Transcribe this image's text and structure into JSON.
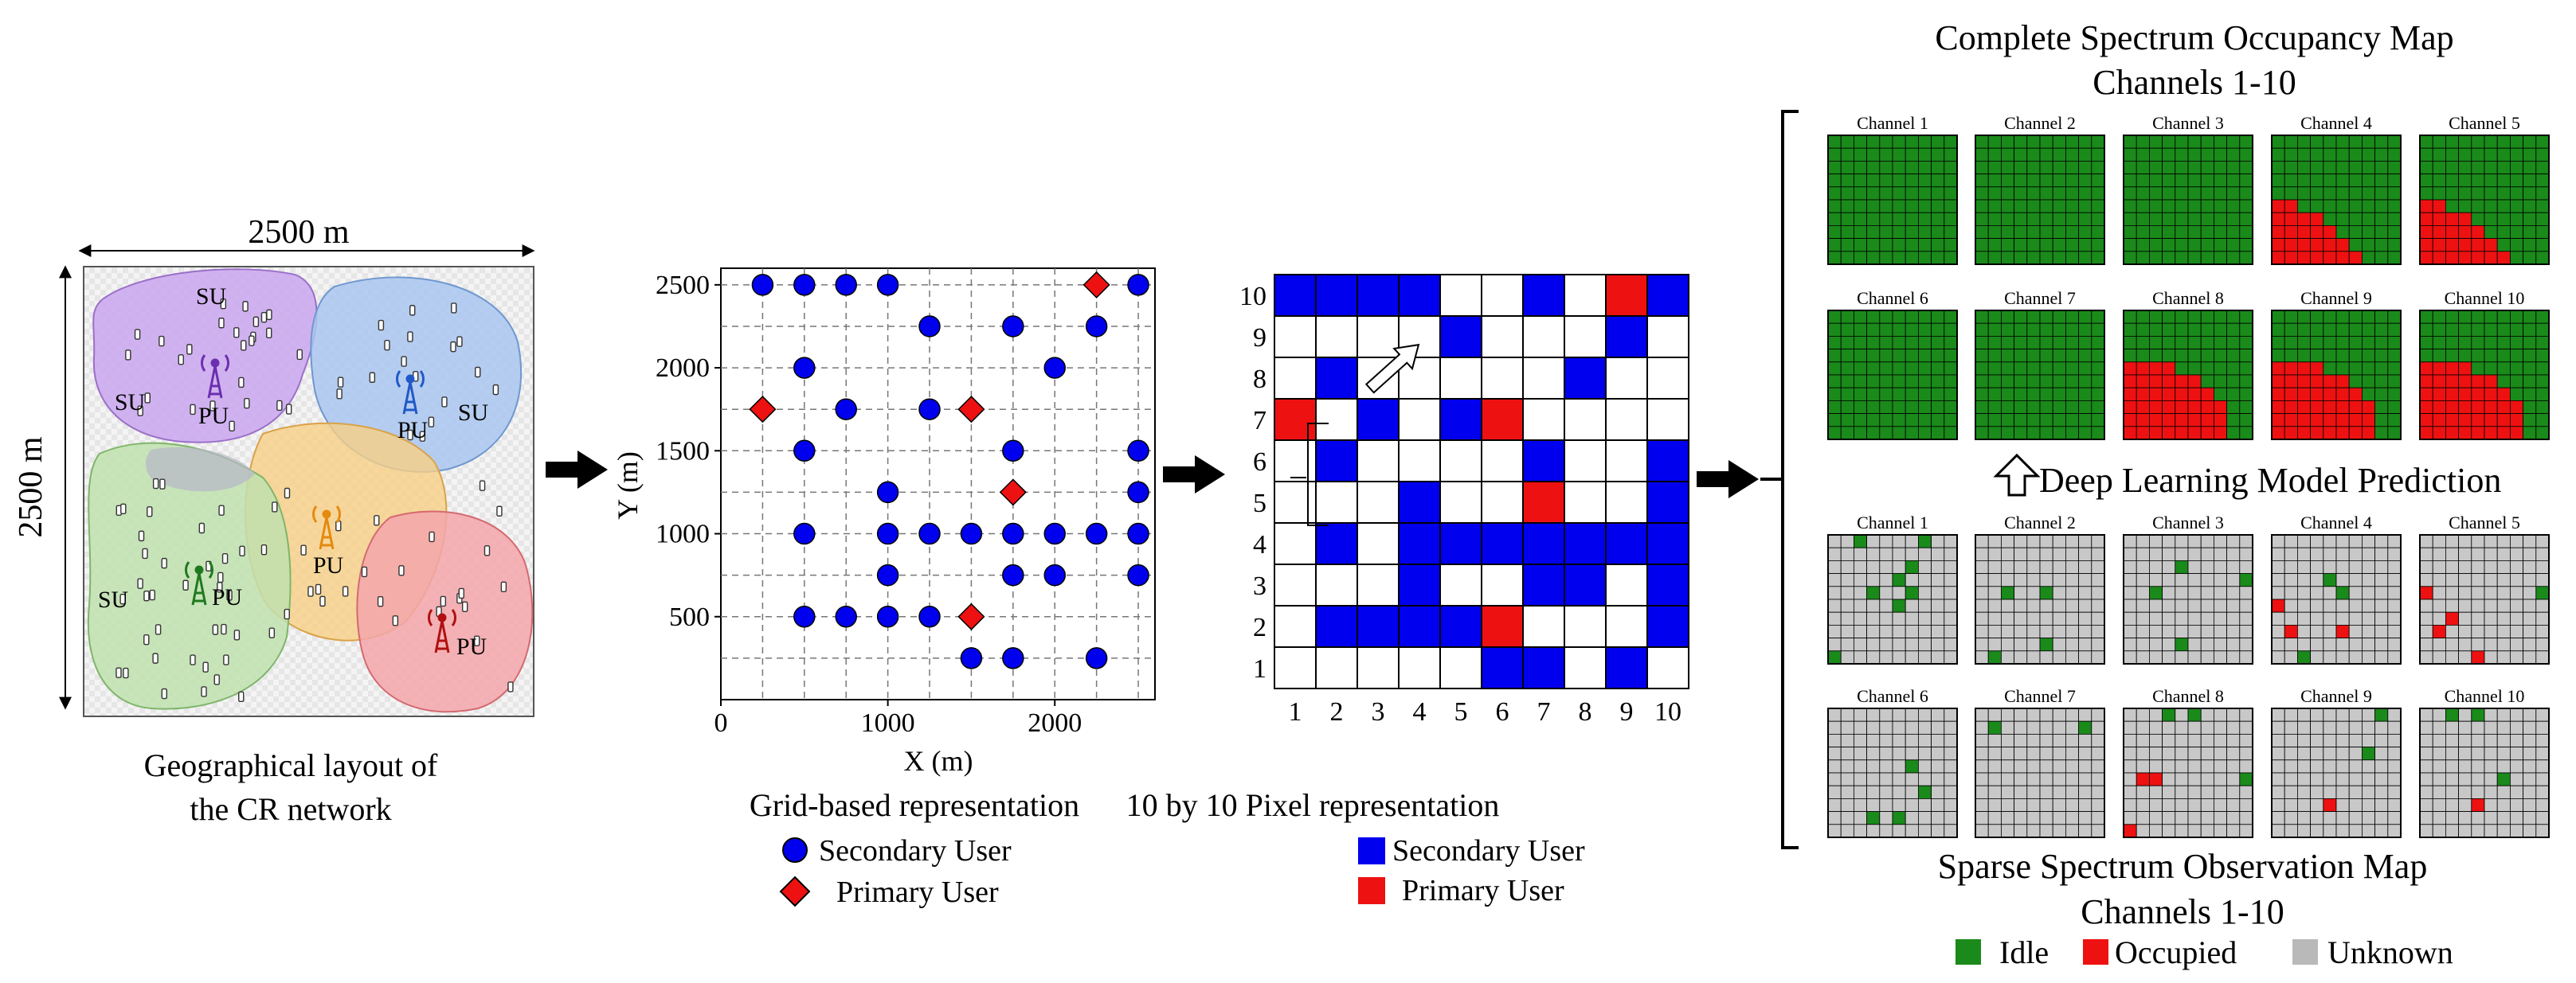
{
  "colors": {
    "su_blue": "#0000ee",
    "pu_red": "#ee1111",
    "idle_green": "#1a8a1a",
    "occupied_red": "#ee1111",
    "unknown_gray": "#c8c8c8",
    "zone_purple": "#caa6ee",
    "zone_blue": "#a9c6ef",
    "zone_orange": "#f7cf84",
    "zone_green": "#bfe0ae",
    "zone_pink": "#f3a6aa"
  },
  "panel1": {
    "width_label": "2500 m",
    "height_label": "2500 m",
    "caption_lines": [
      "Geographical layout of",
      "the CR network"
    ],
    "zone_labels": [
      {
        "text": "SU",
        "zone": "purple-top"
      },
      {
        "text": "SU",
        "zone": "purple-left"
      },
      {
        "text": "PU",
        "zone": "purple"
      },
      {
        "text": "PU",
        "zone": "blue"
      },
      {
        "text": "SU",
        "zone": "blue"
      },
      {
        "text": "PU",
        "zone": "orange"
      },
      {
        "text": "PU",
        "zone": "green"
      },
      {
        "text": "SU",
        "zone": "green"
      },
      {
        "text": "PU",
        "zone": "pink"
      }
    ]
  },
  "panel2": {
    "caption": "Grid-based representation",
    "xlabel": "X (m)",
    "ylabel": "Y (m)",
    "xticks": [
      "0",
      "1000",
      "2000"
    ],
    "yticks": [
      "500",
      "1000",
      "1500",
      "2000",
      "2500"
    ],
    "xlim": [
      0,
      2600
    ],
    "ylim": [
      0,
      2600
    ],
    "secondary_users": [
      [
        250,
        2500
      ],
      [
        500,
        2500
      ],
      [
        750,
        2500
      ],
      [
        1000,
        2500
      ],
      [
        2500,
        2500
      ],
      [
        1250,
        2250
      ],
      [
        1750,
        2250
      ],
      [
        2250,
        2250
      ],
      [
        500,
        2000
      ],
      [
        2000,
        2000
      ],
      [
        750,
        1750
      ],
      [
        1250,
        1750
      ],
      [
        500,
        1500
      ],
      [
        1750,
        1500
      ],
      [
        2500,
        1500
      ],
      [
        1000,
        1250
      ],
      [
        2500,
        1250
      ],
      [
        500,
        1000
      ],
      [
        1000,
        1000
      ],
      [
        1250,
        1000
      ],
      [
        1500,
        1000
      ],
      [
        1750,
        1000
      ],
      [
        2000,
        1000
      ],
      [
        2250,
        1000
      ],
      [
        2500,
        1000
      ],
      [
        1000,
        750
      ],
      [
        1750,
        750
      ],
      [
        2000,
        750
      ],
      [
        2500,
        750
      ],
      [
        500,
        500
      ],
      [
        750,
        500
      ],
      [
        1000,
        500
      ],
      [
        1250,
        500
      ],
      [
        1500,
        250
      ],
      [
        1750,
        250
      ],
      [
        2250,
        250
      ]
    ],
    "primary_users": [
      [
        2250,
        2500
      ],
      [
        250,
        1750
      ],
      [
        1500,
        1750
      ],
      [
        1750,
        1250
      ],
      [
        1500,
        500
      ]
    ],
    "legend": {
      "secondary": "Secondary User",
      "primary": "Primary User"
    }
  },
  "panel3": {
    "caption": "10 by 10 Pixel representation",
    "col_labels": [
      "1",
      "2",
      "3",
      "4",
      "5",
      "6",
      "7",
      "8",
      "9",
      "10"
    ],
    "row_labels": [
      "10",
      "9",
      "8",
      "7",
      "6",
      "5",
      "4",
      "3",
      "2",
      "1"
    ],
    "grid": [
      "BBBB..B.RB",
      "....B...B.",
      ".B.....B..",
      "R.B.BR....",
      ".B....B..B",
      "...B..R..B",
      ".B.BBBBBBB",
      "...B..BB.B",
      ".BBBBR...B",
      ".....BB.B."
    ],
    "legend": {
      "secondary": "Secondary User",
      "primary": "Primary User"
    }
  },
  "panel4": {
    "title_lines": [
      "Complete Spectrum Occupancy Map",
      "Channels 1-10"
    ],
    "middle_label": "Deep Learning Model Prediction",
    "bottom_title_lines": [
      "Sparse Spectrum Observation Map",
      "Channels 1-10"
    ],
    "channel_titles": [
      "Channel 1",
      "Channel 2",
      "Channel 3",
      "Channel 4",
      "Channel 5",
      "Channel 6",
      "Channel 7",
      "Channel 8",
      "Channel 9",
      "Channel 10"
    ],
    "occupancy_profiles": [
      [
        0,
        0,
        0,
        0,
        0,
        0,
        0,
        0,
        0,
        0
      ],
      [
        0,
        0,
        0,
        0,
        0,
        0,
        0,
        0,
        0,
        0
      ],
      [
        0,
        0,
        0,
        0,
        0,
        0,
        0,
        0,
        0,
        0
      ],
      [
        0,
        0,
        0,
        0,
        0,
        2,
        4,
        5,
        6,
        7
      ],
      [
        0,
        0,
        0,
        0,
        0,
        2,
        4,
        5,
        6,
        7
      ],
      [
        0,
        0,
        0,
        0,
        0,
        0,
        0,
        0,
        0,
        0
      ],
      [
        0,
        0,
        0,
        0,
        0,
        0,
        0,
        0,
        0,
        0
      ],
      [
        0,
        0,
        0,
        0,
        4,
        6,
        7,
        8,
        8,
        8
      ],
      [
        0,
        0,
        0,
        0,
        4,
        6,
        7,
        8,
        8,
        8
      ],
      [
        0,
        0,
        0,
        0,
        4,
        6,
        7,
        8,
        8,
        8
      ]
    ],
    "observations": [
      [
        {
          "r": 0,
          "c": 2,
          "s": "i"
        },
        {
          "r": 0,
          "c": 7,
          "s": "i"
        },
        {
          "r": 2,
          "c": 6,
          "s": "i"
        },
        {
          "r": 3,
          "c": 5,
          "s": "i"
        },
        {
          "r": 4,
          "c": 3,
          "s": "i"
        },
        {
          "r": 4,
          "c": 6,
          "s": "i"
        },
        {
          "r": 5,
          "c": 5,
          "s": "i"
        },
        {
          "r": 9,
          "c": 0,
          "s": "i"
        }
      ],
      [
        {
          "r": 4,
          "c": 2,
          "s": "i"
        },
        {
          "r": 4,
          "c": 5,
          "s": "i"
        },
        {
          "r": 8,
          "c": 5,
          "s": "i"
        },
        {
          "r": 9,
          "c": 1,
          "s": "i"
        }
      ],
      [
        {
          "r": 2,
          "c": 4,
          "s": "i"
        },
        {
          "r": 3,
          "c": 9,
          "s": "i"
        },
        {
          "r": 4,
          "c": 2,
          "s": "i"
        },
        {
          "r": 8,
          "c": 4,
          "s": "i"
        }
      ],
      [
        {
          "r": 3,
          "c": 4,
          "s": "i"
        },
        {
          "r": 4,
          "c": 5,
          "s": "i"
        },
        {
          "r": 5,
          "c": 0,
          "s": "o"
        },
        {
          "r": 7,
          "c": 1,
          "s": "o"
        },
        {
          "r": 7,
          "c": 5,
          "s": "o"
        },
        {
          "r": 9,
          "c": 2,
          "s": "i"
        }
      ],
      [
        {
          "r": 4,
          "c": 0,
          "s": "o"
        },
        {
          "r": 4,
          "c": 9,
          "s": "i"
        },
        {
          "r": 6,
          "c": 2,
          "s": "o"
        },
        {
          "r": 7,
          "c": 1,
          "s": "o"
        },
        {
          "r": 9,
          "c": 4,
          "s": "o"
        }
      ],
      [
        {
          "r": 4,
          "c": 6,
          "s": "i"
        },
        {
          "r": 6,
          "c": 7,
          "s": "i"
        },
        {
          "r": 8,
          "c": 3,
          "s": "i"
        },
        {
          "r": 8,
          "c": 5,
          "s": "i"
        }
      ],
      [
        {
          "r": 1,
          "c": 1,
          "s": "i"
        },
        {
          "r": 1,
          "c": 8,
          "s": "i"
        }
      ],
      [
        {
          "r": 0,
          "c": 3,
          "s": "i"
        },
        {
          "r": 0,
          "c": 5,
          "s": "i"
        },
        {
          "r": 5,
          "c": 9,
          "s": "i"
        },
        {
          "r": 5,
          "c": 1,
          "s": "o"
        },
        {
          "r": 5,
          "c": 2,
          "s": "o"
        },
        {
          "r": 9,
          "c": 0,
          "s": "o"
        }
      ],
      [
        {
          "r": 0,
          "c": 8,
          "s": "i"
        },
        {
          "r": 3,
          "c": 7,
          "s": "i"
        },
        {
          "r": 7,
          "c": 4,
          "s": "o"
        }
      ],
      [
        {
          "r": 0,
          "c": 2,
          "s": "i"
        },
        {
          "r": 0,
          "c": 4,
          "s": "i"
        },
        {
          "r": 5,
          "c": 6,
          "s": "i"
        },
        {
          "r": 7,
          "c": 4,
          "s": "o"
        }
      ]
    ],
    "legend": {
      "idle": "Idle",
      "occupied": "Occupied",
      "unknown": "Unknown"
    }
  }
}
